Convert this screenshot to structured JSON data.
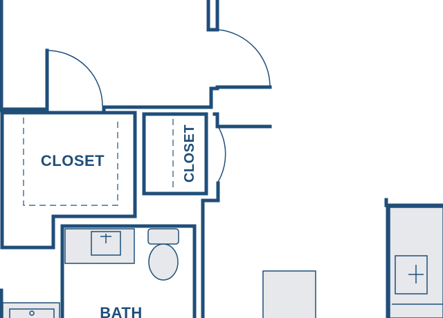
{
  "colors": {
    "wall": "#1f4e79",
    "fixture_fill": "#e6e8eb",
    "background": "#ffffff"
  },
  "rooms": {
    "closet_left": {
      "label": "CLOSET"
    },
    "closet_right": {
      "label": "CLOSET"
    },
    "bath": {
      "label": "BATH"
    }
  },
  "fixtures": {
    "bath_sink": "sink-icon",
    "toilet": "toilet-icon",
    "bathtub": "bathtub-icon",
    "kitchen_sink": "sink-icon",
    "island": "island-counter"
  }
}
